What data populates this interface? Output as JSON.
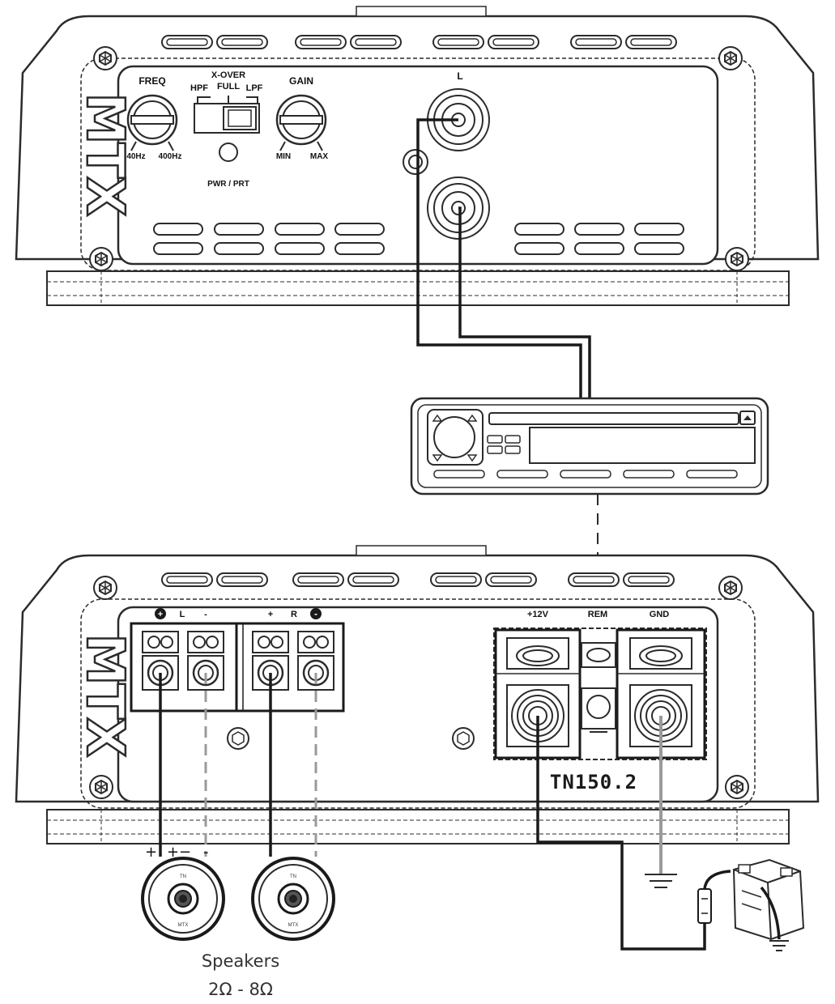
{
  "top_amp": {
    "brand": "MTX",
    "freq_label": "FREQ",
    "freq_min": "40Hz",
    "freq_max": "400Hz",
    "xover_label": "X-OVER",
    "hpf_label": "HPF",
    "full_label": "FULL",
    "lpf_label": "LPF",
    "gain_label": "GAIN",
    "gain_min": "MIN",
    "gain_max": "MAX",
    "led_label": "PWR / PRT",
    "rca_left_label": "L"
  },
  "bottom_amp": {
    "brand": "MTX",
    "terminal_left_plus": "+",
    "terminal_left_label": "L",
    "terminal_left_minus": "-",
    "terminal_right_plus": "+",
    "terminal_right_label": "R",
    "terminal_right_minus": "-",
    "power_12v": "+12V",
    "power_rem": "REM",
    "power_gnd": "GND",
    "model": "TN150.2"
  },
  "speakers": {
    "polarity_marks": [
      "+",
      "+",
      "−",
      "-"
    ],
    "caption_title": "Speakers",
    "caption_impedance": "2Ω - 8Ω"
  },
  "colors": {
    "outline": "#2b2b2b",
    "wire": "#1a1a1a",
    "wire_grey": "#9a9a9a"
  }
}
